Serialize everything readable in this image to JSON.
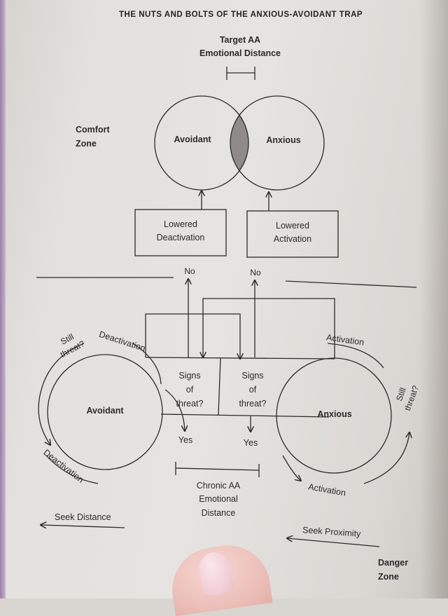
{
  "header": "THE NUTS AND BOLTS OF THE ANXIOUS-AVOIDANT TRAP",
  "top": {
    "target_line1": "Target AA",
    "target_line2": "Emotional Distance",
    "comfort_line1": "Comfort",
    "comfort_line2": "Zone",
    "avoidant": "Avoidant",
    "anxious": "Anxious",
    "box_left_line1": "Lowered",
    "box_left_line2": "Deactivation",
    "box_right_line1": "Lowered",
    "box_right_line2": "Activation"
  },
  "bottom": {
    "no_left": "No",
    "no_right": "No",
    "signs_line1": "Signs",
    "signs_line2": "of",
    "signs_line3": "threat?",
    "yes_left": "Yes",
    "yes_right": "Yes",
    "avoidant": "Avoidant",
    "anxious": "Anxious",
    "still_left_line1": "Still",
    "still_left_line2": "threat?",
    "still_right_line1": "Still",
    "still_right_line2": "threat?",
    "deactivation_top": "Deactivation",
    "deactivation_bottom": "Deactivation",
    "activation_top": "Activation",
    "activation_bottom": "Activation",
    "chronic_line1": "Chronic AA",
    "chronic_line2": "Emotional",
    "chronic_line3": "Distance",
    "seek_distance": "Seek Distance",
    "seek_proximity": "Seek Proximity",
    "danger_line1": "Danger",
    "danger_line2": "Zone"
  }
}
